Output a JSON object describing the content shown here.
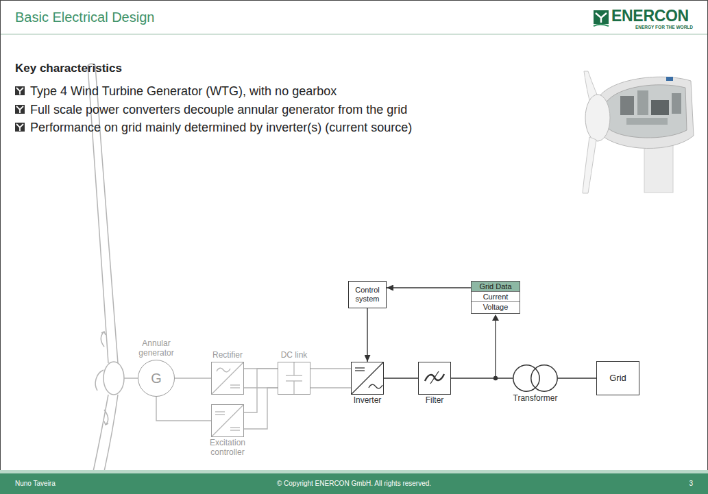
{
  "diagram": {
    "title": "Basic Electrical Design",
    "nodes": [
      {
        "text": [
          "Annular generator",
          "G"
        ]
      },
      {
        "text": [
          "Rectifier"
        ]
      },
      {
        "text": [
          "DC link"
        ]
      },
      {
        "text": [
          "Excitation controller"
        ]
      },
      {
        "text": [
          "Control system"
        ]
      },
      {
        "text": [
          "Grid Data",
          "Current",
          "Voltage"
        ]
      },
      {
        "text": [
          "Inverter"
        ]
      },
      {
        "text": [
          "Filter"
        ]
      },
      {
        "text": [
          "Transformer"
        ]
      },
      {
        "text": [
          "Grid"
        ]
      }
    ],
    "edges": [
      {
        "from": 0,
        "to": 1,
        "arrow": "none"
      },
      {
        "from": 1,
        "to": 2,
        "arrow": "none"
      },
      {
        "from": 0,
        "to": 3,
        "arrow": "none"
      },
      {
        "from": 3,
        "to": 2,
        "arrow": "none"
      },
      {
        "from": 2,
        "to": 6,
        "arrow": "none"
      },
      {
        "from": 4,
        "to": 6,
        "arrow": "to"
      },
      {
        "from": 5,
        "to": 4,
        "arrow": "to"
      },
      {
        "from": 6,
        "to": 7,
        "arrow": "none"
      },
      {
        "from": 7,
        "to": 8,
        "arrow": "none"
      },
      {
        "from": 8,
        "to": 9,
        "arrow": "none"
      }
    ],
    "labels": [
      "ENERCON",
      "ENERGY FOR THE WORLD",
      "Key characteristics",
      "Type 4 Wind Turbine Generator (WTG), with no gearbox",
      "Full scale power converters decouple annular generator from the grid",
      "Performance on grid mainly determined by inverter(s) (current source)",
      "Nuno Taveira",
      "© Copyright ENERCON GmbH. All rights reserved.",
      "3"
    ]
  }
}
